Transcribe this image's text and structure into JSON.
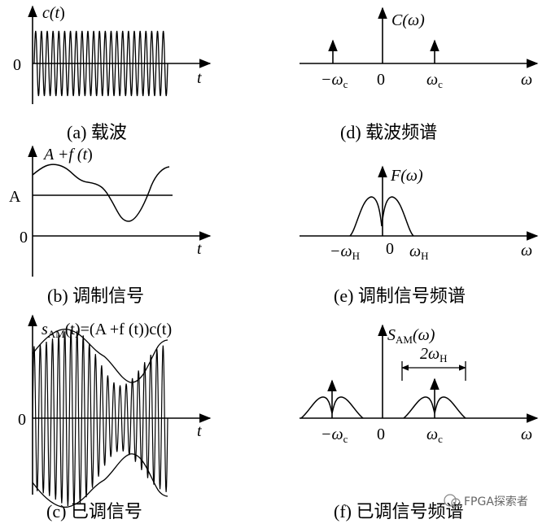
{
  "panels": {
    "a": {
      "caption": "(a) 载波",
      "ylabel_main": "c(",
      "ylabel_var": "t",
      "ylabel_close": ")",
      "zero": "0",
      "xvar": "t"
    },
    "b": {
      "caption": "(b) 调制信号",
      "ylabel_main": "A +f (",
      "ylabel_var": "t",
      "ylabel_close": ")",
      "level_label": "A",
      "zero": "0",
      "xvar": "t"
    },
    "c": {
      "caption": "(c) 已调信号",
      "ylabel_s": "s",
      "ylabel_sub": "AM",
      "ylabel_rest": "(t)=(A +f (t))c(t)",
      "zero": "0",
      "xvar": "t"
    },
    "d": {
      "caption": "(d) 载波频谱",
      "ylabel": "C(ω)",
      "zero": "0",
      "neg_label": "−ω",
      "neg_sub": "c",
      "pos_label": "ω",
      "pos_sub": "c",
      "xvar": "ω"
    },
    "e": {
      "caption": "(e) 调制信号频谱",
      "ylabel": "F(ω)",
      "zero": "0",
      "neg_label": "−ω",
      "neg_sub": "H",
      "pos_label": "ω",
      "pos_sub": "H",
      "xvar": "ω"
    },
    "f": {
      "caption": "(f) 已调信号频谱",
      "ylabel_s": "S",
      "ylabel_sub": "AM",
      "ylabel_rest": "(ω)",
      "bandwidth_label": "2ω",
      "bandwidth_sub": "H",
      "zero": "0",
      "neg_label": "−ω",
      "neg_sub": "c",
      "pos_label": "ω",
      "pos_sub": "c",
      "xvar": "ω"
    }
  },
  "watermark": "FPGA探索者"
}
